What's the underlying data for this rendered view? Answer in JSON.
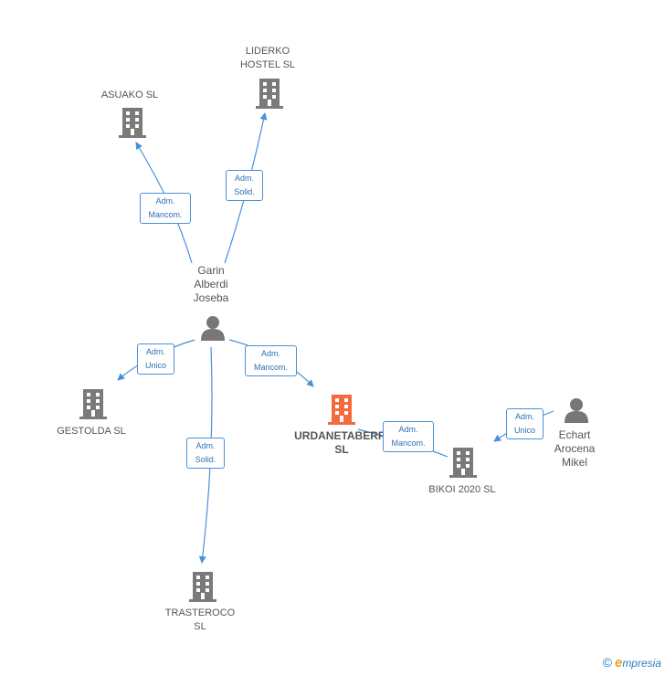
{
  "colors": {
    "edge": "#4a90d9",
    "company": "#7a7a7a",
    "focus_company": "#f26a3d",
    "person": "#777777"
  },
  "nodes": {
    "asuako": {
      "label": "ASUAKO  SL",
      "icon": "building-icon"
    },
    "liderko": {
      "label": "LIDERKO\nHOSTEL  SL",
      "icon": "building-icon"
    },
    "garin": {
      "label": "Garin\nAlberdi\nJoseba",
      "icon": "person-icon"
    },
    "gestolda": {
      "label": "GESTOLDA  SL",
      "icon": "building-icon"
    },
    "urdanetaberri": {
      "label": "URDANETABERRI\nSL",
      "icon": "building-icon"
    },
    "trasteroco": {
      "label": "TRASTEROCO\nSL",
      "icon": "building-icon"
    },
    "bikoi": {
      "label": "BIKOI 2020  SL",
      "icon": "building-icon"
    },
    "echart": {
      "label": "Echart\nArocena\nMikel",
      "icon": "person-icon"
    }
  },
  "edges": {
    "garin_asuako": {
      "label": "Adm.\nMancom."
    },
    "garin_liderko": {
      "label": "Adm.\nSolid."
    },
    "garin_gestolda": {
      "label": "Adm.\nUnico"
    },
    "garin_urdanetaberri": {
      "label": "Adm.\nMancom."
    },
    "garin_trasteroco": {
      "label": "Adm.\nSolid."
    },
    "urdanetaberri_bikoi": {
      "label": "Adm.\nMancom."
    },
    "echart_bikoi": {
      "label": "Adm.\nUnico"
    }
  },
  "footer": {
    "copyright": "©",
    "brand_first": "e",
    "brand_rest": "mpresia"
  }
}
